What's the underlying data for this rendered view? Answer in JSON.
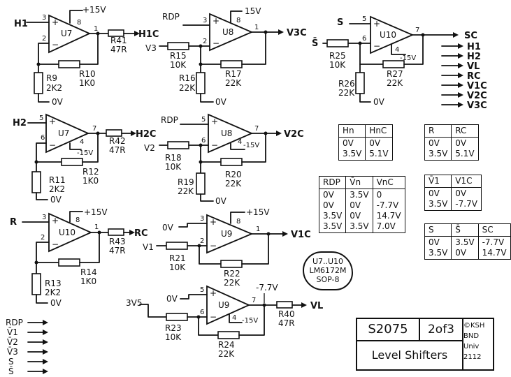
{
  "amps": {
    "u7a": {
      "name": "U7",
      "plus": "+",
      "minus": "−",
      "pin_in_plus": "3",
      "pin_in_minus": "2",
      "pin_pwr": "8",
      "pin_out": "1",
      "supply": "+15V",
      "input": "H1",
      "output": "H1C",
      "r_out": "R41",
      "r_out_val": "47R",
      "r_a": "R9",
      "r_a_val": "2K2",
      "r_b": "R10",
      "r_b_val": "1K0",
      "gnd": "0V"
    },
    "u8a": {
      "name": "U8",
      "plus": "+",
      "minus": "−",
      "pin_in_plus": "3",
      "pin_in_minus": "2",
      "pin_pwr": "8",
      "pin_out": "1",
      "supply": "15V",
      "input_plus": "RDP",
      "input_res": "V3",
      "output": "V3C",
      "r_in": "R15",
      "r_in_val": "10K",
      "r_gnd": "R16",
      "r_gnd_val": "22K",
      "r_fb": "R17",
      "r_fb_val": "22K",
      "gnd": "0V"
    },
    "u10a": {
      "name": "U10",
      "plus": "+",
      "minus": "−",
      "pin_in_plus": "5",
      "pin_in_minus": "6",
      "pin_out": "7",
      "pin_pwr": "4",
      "supply": "-15V",
      "input_plus": "S",
      "input_res": "S̄",
      "output": "SC",
      "r_in": "R25",
      "r_in_val": "10K",
      "r_gnd": "R26",
      "r_gnd_val": "22K",
      "r_fb": "R27",
      "r_fb_val": "22K",
      "gnd": "0V"
    },
    "u7b": {
      "name": "U7",
      "plus": "+",
      "minus": "−",
      "pin_in_plus": "5",
      "pin_in_minus": "6",
      "pin_out": "7",
      "pin_pwr": "4",
      "supply": "-15V",
      "input": "H2",
      "output": "H2C",
      "r_out": "R42",
      "r_out_val": "47R",
      "r_a": "R11",
      "r_a_val": "2K2",
      "r_b": "R12",
      "r_b_val": "1K0",
      "gnd": "0V"
    },
    "u8b": {
      "name": "U8",
      "plus": "+",
      "minus": "−",
      "pin_in_plus": "5",
      "pin_in_minus": "6",
      "pin_out": "7",
      "pin_pwr": "4",
      "supply": "-15V",
      "input_plus": "RDP",
      "input_res": "V2",
      "output": "V2C",
      "r_in": "R18",
      "r_in_val": "10K",
      "r_gnd": "R19",
      "r_gnd_val": "22K",
      "r_fb": "R20",
      "r_fb_val": "22K",
      "gnd": "0V"
    },
    "u10b": {
      "name": "U10",
      "plus": "+",
      "minus": "−",
      "pin_in_plus": "3",
      "pin_in_minus": "2",
      "pin_pwr": "8",
      "pin_out": "1",
      "supply": "+15V",
      "input": "R",
      "output": "RC",
      "r_out": "R43",
      "r_out_val": "47R",
      "r_a": "R13",
      "r_a_val": "2K2",
      "r_b": "R14",
      "r_b_val": "1K0",
      "gnd": "0V"
    },
    "u9a": {
      "name": "U9",
      "plus": "+",
      "minus": "−",
      "pin_in_plus": "3",
      "pin_in_minus": "2",
      "pin_pwr": "8",
      "pin_out": "1",
      "supply": "+15V",
      "input_plus": "0V",
      "input_res": "V1",
      "output": "V1C",
      "r_in": "R21",
      "r_in_val": "10K",
      "r_fb": "R22",
      "r_fb_val": "22K"
    },
    "u9b": {
      "name": "U9",
      "plus": "+",
      "minus": "−",
      "pin_in_plus": "5",
      "pin_in_minus": "6",
      "pin_out": "7",
      "pin_pwr": "4",
      "supply": "-15V",
      "input_plus": "0V",
      "input_res": "3V5",
      "output": "VL",
      "out_level": "-7.7V",
      "r_in": "R23",
      "r_in_val": "10K",
      "r_fb": "R24",
      "r_fb_val": "22K",
      "r_out": "R40",
      "r_out_val": "47R"
    }
  },
  "left_signals": [
    "RDP",
    "V̄1",
    "V̄2",
    "V̄3",
    "S",
    "S̄"
  ],
  "right_signals": [
    "SC",
    "H1",
    "H2",
    "VL",
    "RC",
    "V1C",
    "V2C",
    "V3C"
  ],
  "tables": {
    "hn": {
      "headers": [
        "Hn",
        "HnC"
      ],
      "rows": [
        [
          "0V\n3.5V",
          "0V\n5.1V"
        ]
      ]
    },
    "r": {
      "headers": [
        "R",
        "RC"
      ],
      "rows": [
        [
          "0V\n3.5V",
          "0V\n5.1V"
        ]
      ]
    },
    "rdp": {
      "headers": [
        "RDP",
        "V̄n",
        "VnC"
      ],
      "rows": [
        [
          "0V\n0V\n3.5V\n3.5V",
          "3.5V\n0V\n0V\n3.5V",
          "0\n-7.7V\n14.7V\n7.0V"
        ]
      ]
    },
    "v1": {
      "headers": [
        "V̄1",
        "V1C"
      ],
      "rows": [
        [
          "0V\n3.5V",
          "0V\n-7.7V"
        ]
      ]
    },
    "s": {
      "headers": [
        "S",
        "S̄",
        "SC"
      ],
      "rows": [
        [
          "0V\n3.5V",
          "3.5V\n0V",
          "-7.7V\n14.7V"
        ]
      ]
    }
  },
  "cloud": {
    "line1": "U7..U10",
    "line2": "LM6172M",
    "line3": "SOP-8"
  },
  "title_block": {
    "code": "S2075",
    "page": "2of3",
    "author": "©KSH\nBND\nUniv\n2112",
    "title": "Level Shifters"
  }
}
